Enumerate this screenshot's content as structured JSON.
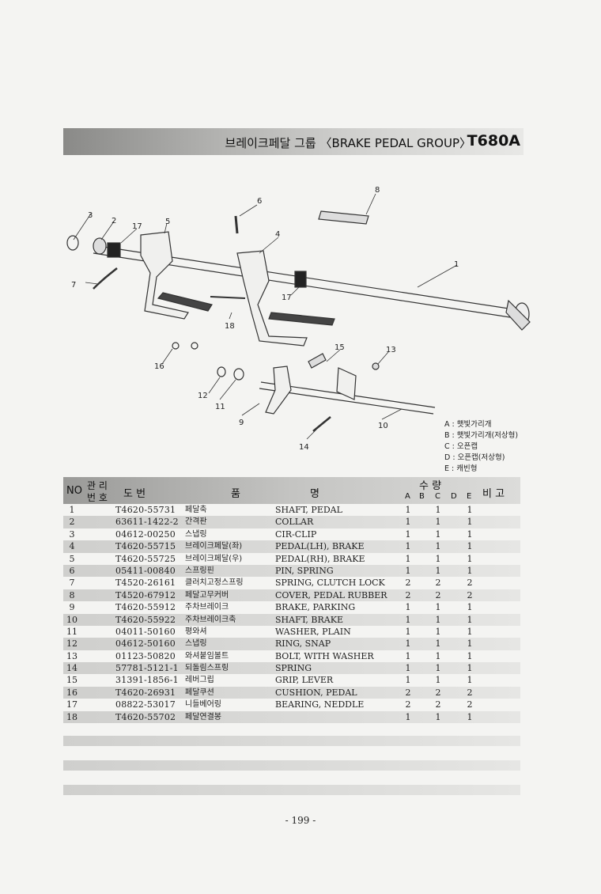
{
  "title": {
    "text": "브레이크페달 그룹 〈BRAKE PEDAL GROUP〉",
    "model": "T680A"
  },
  "diagram": {
    "callouts": [
      "1",
      "2",
      "3",
      "4",
      "5",
      "6",
      "7",
      "8",
      "9",
      "10",
      "11",
      "12",
      "13",
      "14",
      "15",
      "16",
      "17",
      "17",
      "18"
    ]
  },
  "legend": [
    "A : 햇빛가리개",
    "B : 햇빛가리개(저상형)",
    "C : 오픈캡",
    "D : 오픈캡(저상형)",
    "E : 캐빈형"
  ],
  "table": {
    "headers": {
      "no": "NO",
      "mgmt_top": "관 리",
      "mgmt_bottom": "번 호",
      "drawing": "도    번",
      "name_a": "품",
      "name_b": "명",
      "qty": "수    량",
      "remarks": "비  고",
      "col_a": "A",
      "col_b": "B",
      "col_c": "C",
      "col_d": "D",
      "col_e": "E"
    },
    "rows": [
      {
        "no": "1",
        "code": "T4620-55731",
        "ko": "페달축",
        "en": "SHAFT, PEDAL",
        "a": "1",
        "c": "1",
        "e": "1"
      },
      {
        "no": "2",
        "code": "63611-1422-2",
        "ko": "간격판",
        "en": "COLLAR",
        "a": "1",
        "c": "1",
        "e": "1"
      },
      {
        "no": "3",
        "code": "04612-00250",
        "ko": "스냅링",
        "en": "CIR-CLIP",
        "a": "1",
        "c": "1",
        "e": "1"
      },
      {
        "no": "4",
        "code": "T4620-55715",
        "ko": "브레이크페달(좌)",
        "en": "PEDAL(LH), BRAKE",
        "a": "1",
        "c": "1",
        "e": "1"
      },
      {
        "no": "5",
        "code": "T4620-55725",
        "ko": "브레이크페달(우)",
        "en": "PEDAL(RH), BRAKE",
        "a": "1",
        "c": "1",
        "e": "1"
      },
      {
        "no": "6",
        "code": "05411-00840",
        "ko": "스프링핀",
        "en": "PIN, SPRING",
        "a": "1",
        "c": "1",
        "e": "1"
      },
      {
        "no": "7",
        "code": "T4520-26161",
        "ko": "클러치고정스프링",
        "en": "SPRING, CLUTCH LOCK",
        "a": "2",
        "c": "2",
        "e": "2"
      },
      {
        "no": "8",
        "code": "T4520-67912",
        "ko": "페달고무커버",
        "en": "COVER, PEDAL RUBBER",
        "a": "2",
        "c": "2",
        "e": "2"
      },
      {
        "no": "9",
        "code": "T4620-55912",
        "ko": "주차브레이크",
        "en": "BRAKE, PARKING",
        "a": "1",
        "c": "1",
        "e": "1"
      },
      {
        "no": "10",
        "code": "T4620-55922",
        "ko": "주차브레이크축",
        "en": "SHAFT, BRAKE",
        "a": "1",
        "c": "1",
        "e": "1"
      },
      {
        "no": "11",
        "code": "04011-50160",
        "ko": "평와셔",
        "en": "WASHER, PLAIN",
        "a": "1",
        "c": "1",
        "e": "1"
      },
      {
        "no": "12",
        "code": "04612-50160",
        "ko": "스냅링",
        "en": "RING, SNAP",
        "a": "1",
        "c": "1",
        "e": "1"
      },
      {
        "no": "13",
        "code": "01123-50820",
        "ko": "와셔붙임볼트",
        "en": "BOLT, WITH WASHER",
        "a": "1",
        "c": "1",
        "e": "1"
      },
      {
        "no": "14",
        "code": "57781-5121-1",
        "ko": "되돌림스프링",
        "en": "SPRING",
        "a": "1",
        "c": "1",
        "e": "1"
      },
      {
        "no": "15",
        "code": "31391-1856-1",
        "ko": "레버그립",
        "en": "GRIP, LEVER",
        "a": "1",
        "c": "1",
        "e": "1"
      },
      {
        "no": "16",
        "code": "T4620-26931",
        "ko": "페달쿠션",
        "en": "CUSHION, PEDAL",
        "a": "2",
        "c": "2",
        "e": "2"
      },
      {
        "no": "17",
        "code": "08822-53017",
        "ko": "니들베어링",
        "en": "BEARING, NEDDLE",
        "a": "2",
        "c": "2",
        "e": "2"
      },
      {
        "no": "18",
        "code": "T4620-55702",
        "ko": "페달연결봉",
        "en": "",
        "a": "1",
        "c": "1",
        "e": "1"
      }
    ]
  },
  "page_number": "- 199 -"
}
